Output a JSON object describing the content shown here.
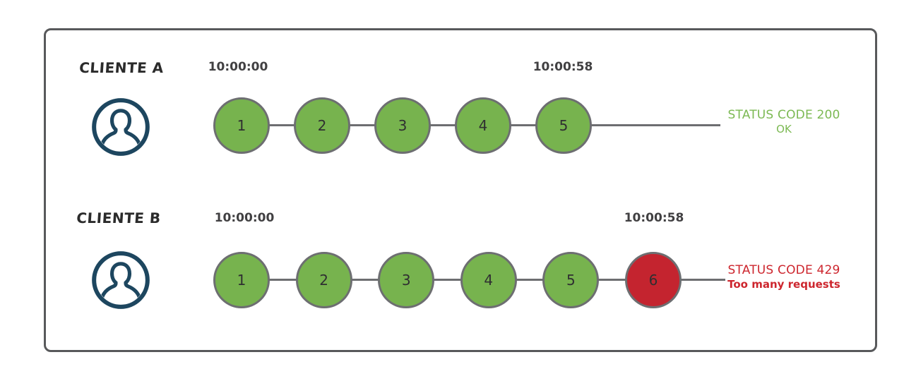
{
  "colors": {
    "frame_border": "#58595b",
    "connector": "#6d6e71",
    "circle_success": "#77b34e",
    "circle_blocked": "#c4242f",
    "avatar_icon": "#1d465f",
    "status_ok_text": "#7cb953",
    "status_error_text": "#cd262e",
    "timestamp_text": "#414042"
  },
  "rows": [
    {
      "label": "CLIENTE A",
      "avatar_icon": "user-avatar-icon",
      "start_time": "10:00:00",
      "end_time": "10:00:58",
      "requests": [
        {
          "n": "1",
          "result": "success"
        },
        {
          "n": "2",
          "result": "success"
        },
        {
          "n": "3",
          "result": "success"
        },
        {
          "n": "4",
          "result": "success"
        },
        {
          "n": "5",
          "result": "success"
        }
      ],
      "status": {
        "line1": "STATUS CODE 200",
        "line2": "OK"
      }
    },
    {
      "label": "CLIENTE B",
      "avatar_icon": "user-avatar-icon",
      "start_time": "10:00:00",
      "end_time": "10:00:58",
      "requests": [
        {
          "n": "1",
          "result": "success"
        },
        {
          "n": "2",
          "result": "success"
        },
        {
          "n": "3",
          "result": "success"
        },
        {
          "n": "4",
          "result": "success"
        },
        {
          "n": "5",
          "result": "success"
        },
        {
          "n": "6",
          "result": "blocked"
        }
      ],
      "status": {
        "line1": "STATUS CODE 429",
        "line2": "Too many requests"
      }
    }
  ]
}
